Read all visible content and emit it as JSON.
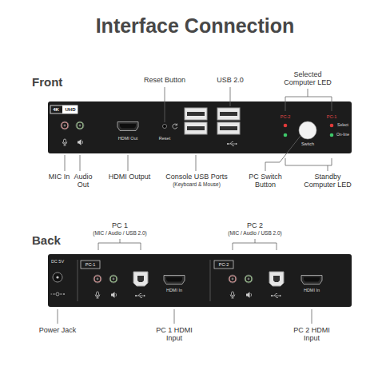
{
  "diagram": {
    "title": "Interface Connection",
    "labels": [
      "Front",
      "Reset Button",
      "USB 2.0",
      "Selected Computer LED",
      "4K",
      "UHD",
      "HDMI Out",
      "Reset",
      "PC-2",
      "PC-1",
      "Select",
      "On-line",
      "Switch",
      "MIC In",
      "Audio Out",
      "HDMI Output",
      "Console USB Ports",
      "(Keyboard & Mouse)",
      "PC Switch Button",
      "Standby Computer LED",
      "Back",
      "PC 1",
      "(MIC / Audio / USB 2.0)",
      "PC 2",
      "(MIC / Audio / USB 2.0)",
      "DC 5V",
      "PC-1",
      "HDMI In",
      "PC-2",
      "HDMI In",
      "Power Jack",
      "PC 1 HDMI Input",
      "PC 2 HDMI Input"
    ]
  }
}
